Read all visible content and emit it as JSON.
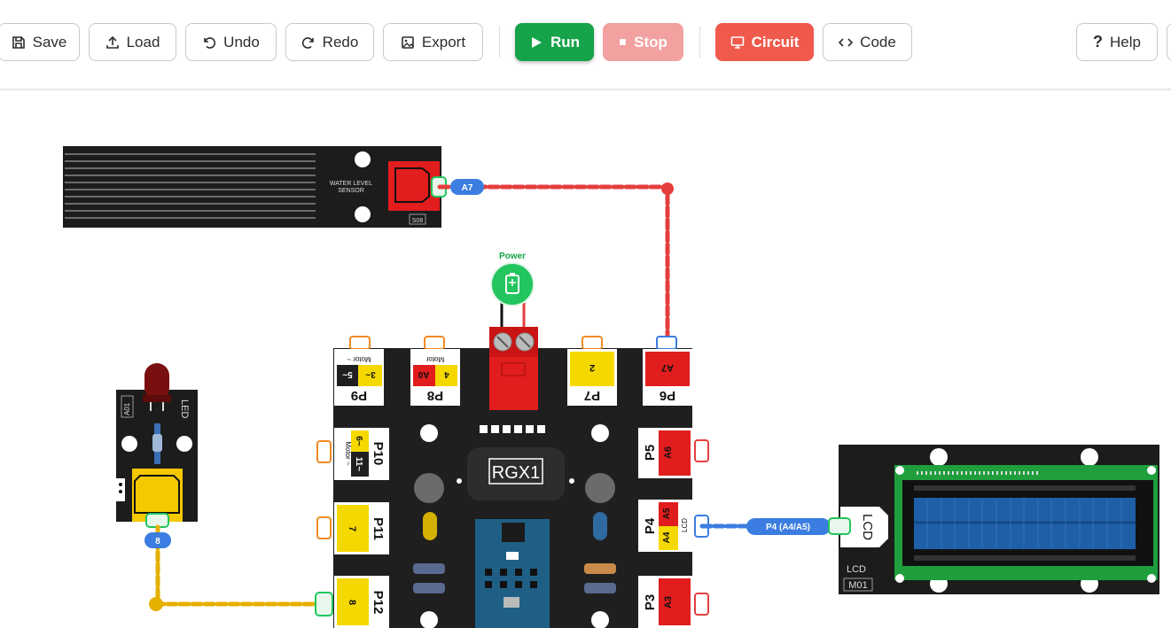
{
  "toolbar": {
    "save": "Save",
    "load": "Load",
    "undo": "Undo",
    "redo": "Redo",
    "export": "Export",
    "run": "Run",
    "stop": "Stop",
    "circuit": "Circuit",
    "code": "Code",
    "help": "Help"
  },
  "colors": {
    "run": "#16a34a",
    "stop": "#f2a0a0",
    "circuit": "#ef5a4c",
    "wire_red": "#e53e3e",
    "wire_yellow": "#e6b000",
    "wire_blue": "#3b7de0",
    "board": "#1f1f1f"
  },
  "components": {
    "water_sensor": {
      "label_line1": "WATER LEVEL",
      "label_line2": "SENSOR",
      "code": "S08"
    },
    "power": {
      "label": "Power"
    },
    "led": {
      "label": "LED",
      "code": "A01"
    },
    "lcd": {
      "label": "LCD",
      "code": "M01",
      "connector": "LCD"
    },
    "controller": {
      "name": "RGX1"
    }
  },
  "ports": {
    "p9": {
      "name": "P9",
      "pins": [
        "5~",
        "3~"
      ],
      "title": "Motor ~"
    },
    "p8": {
      "name": "P8",
      "pins": [
        "A0",
        "4"
      ],
      "title": "Motor"
    },
    "p7": {
      "name": "P7",
      "pin": "2"
    },
    "p6": {
      "name": "P6",
      "pin": "A7"
    },
    "p10": {
      "name": "P10",
      "pins": [
        "6~",
        "11~"
      ],
      "title": "Motor ~"
    },
    "p5": {
      "name": "P5",
      "pin": "A6"
    },
    "p11": {
      "name": "P11",
      "pin": "7"
    },
    "p4": {
      "name": "P4",
      "pins": [
        "A5",
        "A4"
      ],
      "title": "LCD"
    },
    "p12": {
      "name": "P12",
      "pin": "8"
    },
    "p3": {
      "name": "P3",
      "pin": "A3"
    }
  },
  "wires": {
    "sensor_pin": "A7",
    "led_pin": "8",
    "lcd_pin": "P4 (A4/A5)"
  }
}
